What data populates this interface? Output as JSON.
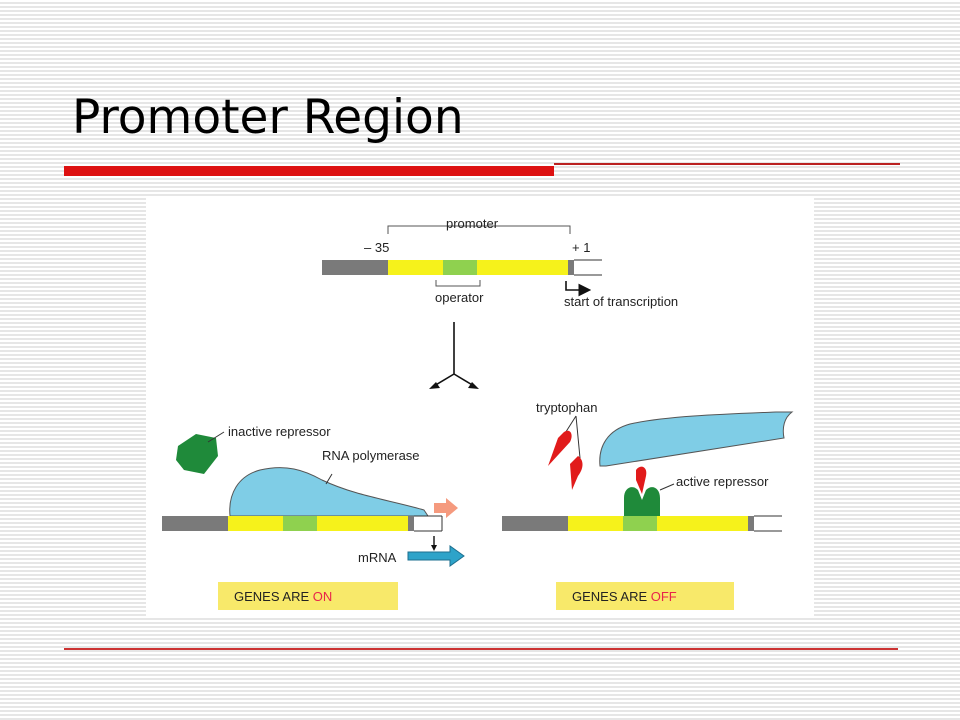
{
  "slide": {
    "title": "Promoter Region"
  },
  "diagram": {
    "promoter_label": "promoter",
    "minus35_label": "– 35",
    "plus1_label": "+ 1",
    "operator_label": "operator",
    "start_label": "start of transcription",
    "on_panel": {
      "inactive_repressor_label": "inactive repressor",
      "rna_polymerase_label": "RNA polymerase",
      "mrna_label": "mRNA",
      "status_prefix": "GENES ARE ",
      "status_word": "ON"
    },
    "off_panel": {
      "tryptophan_label": "tryptophan",
      "active_repressor_label": "active repressor",
      "status_prefix": "GENES ARE ",
      "status_word": "OFF"
    }
  },
  "colors": {
    "dna_gray": "#7a7a7a",
    "promoter_yellow": "#f6f21b",
    "operator_green": "#8fd14f",
    "polymerase_blue": "#7fcde6",
    "repressor_green": "#1f8a3a",
    "tryptophan_red": "#e11b1b",
    "accent_red": "#dd1111",
    "label_bg": "#f8e96a",
    "status_red": "#e8234a",
    "mrna_blue": "#2ea3c9"
  }
}
